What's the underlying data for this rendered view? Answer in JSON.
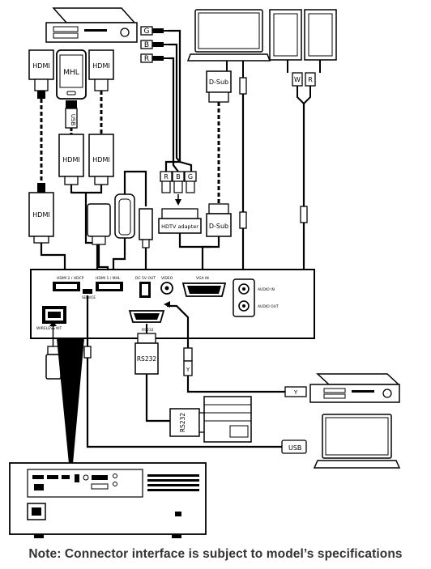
{
  "labels": {
    "hdmi": "HDMI",
    "mhl": "MHL",
    "usb": "USB",
    "dsub": "D-Sub",
    "hdtv_adapter": "HDTV adapter",
    "r": "R",
    "g": "G",
    "b": "B",
    "w": "W",
    "y": "Y",
    "rs232": "RS232"
  },
  "panel": {
    "hdmi2": "HDMI 2 / HDCP",
    "hdmi1": "HDMI 1 / MHL",
    "dc5v": "DC 5V OUT",
    "video": "VIDEO",
    "vga_in": "VGA IN",
    "audio_in": "AUDIO IN",
    "audio_out": "AUDIO OUT",
    "wireless_kit": "WIRELESS KIT",
    "service": "SERVICE",
    "rs232": "RS232"
  },
  "note": "Note: Connector interface is subject to model’s specifications"
}
